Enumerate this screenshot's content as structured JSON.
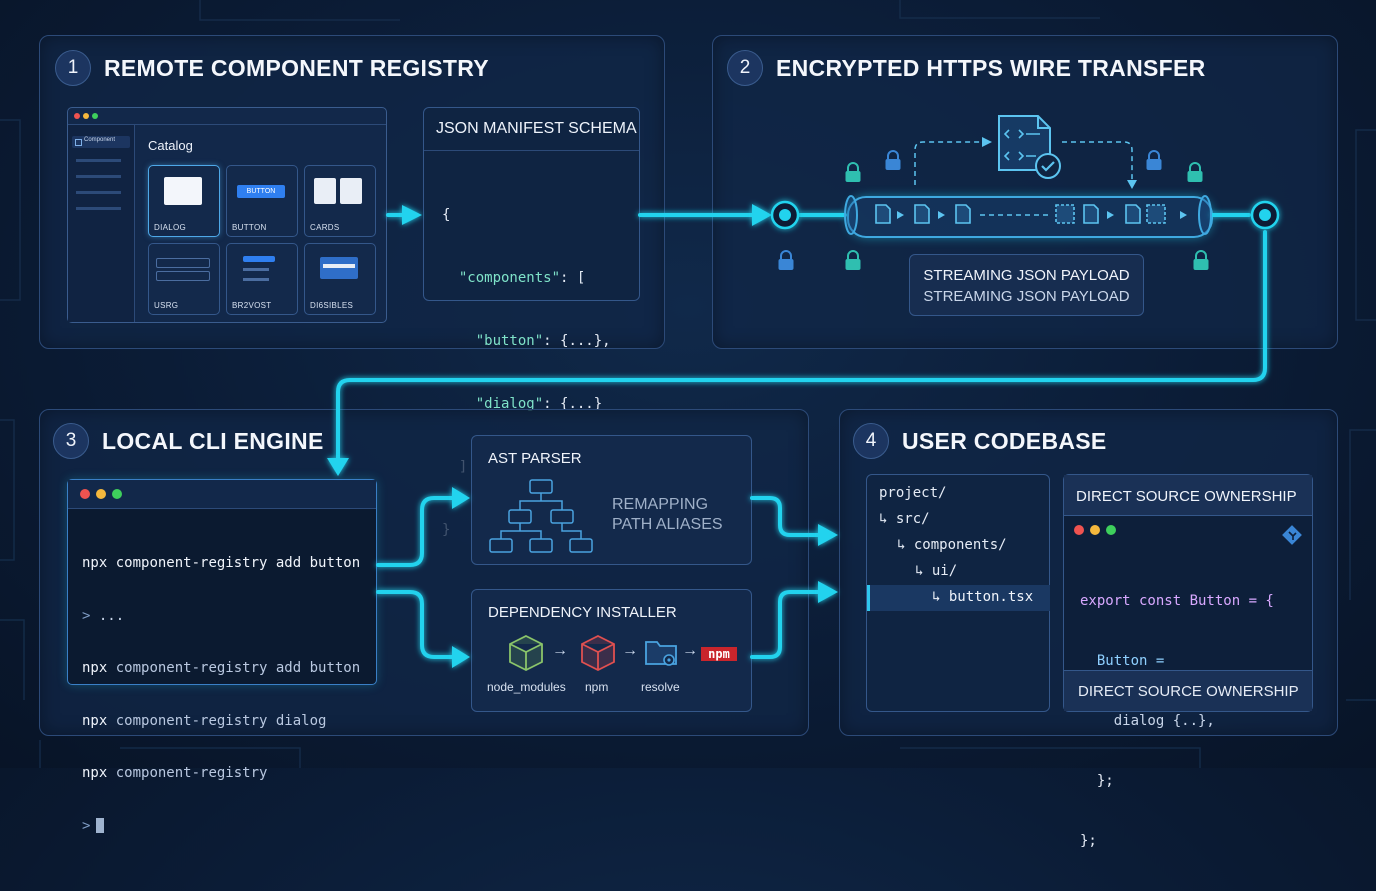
{
  "panels": {
    "registry": {
      "num": "1",
      "title": "REMOTE COMPONENT REGISTRY"
    },
    "transfer": {
      "num": "2",
      "title": "ENCRYPTED HTTPS WIRE TRANSFER"
    },
    "cli": {
      "num": "3",
      "title": "LOCAL CLI ENGINE"
    },
    "codebase": {
      "num": "4",
      "title": "USER CODEBASE"
    }
  },
  "catalog": {
    "title": "Catalog",
    "sidebar_label": "Component",
    "tiles": [
      {
        "label": "DIALOG"
      },
      {
        "label": "BUTTON",
        "button_text": "BUTTON"
      },
      {
        "label": "CARDS"
      },
      {
        "label": "USRG"
      },
      {
        "label": "BR2VOST"
      },
      {
        "label": "DI6SIBLES"
      }
    ]
  },
  "manifest": {
    "title": "JSON MANIFEST SCHEMA",
    "lines": [
      "{",
      "  \"components\": [",
      "    \"button\": {...},",
      "    \"dialog\": {...}",
      "  ]",
      "}"
    ]
  },
  "payload": {
    "line1": "STREAMING JSON PAYLOAD",
    "line2": "STREAMING JSON PAYLOAD"
  },
  "terminal": {
    "lines": [
      {
        "cmd": "npx",
        "rest": " component-registry add button"
      },
      {
        "cmd": ">",
        "rest": " ..."
      },
      {
        "cmd": "npx",
        "rest": " component-registry add button"
      },
      {
        "cmd": "npx",
        "rest": " component-registry dialog"
      },
      {
        "cmd": "npx",
        "rest": " component-registry"
      },
      {
        "cmd": ">",
        "rest": ""
      }
    ]
  },
  "ast": {
    "title": "AST PARSER",
    "desc1": "REMAPPING",
    "desc2": "PATH ALIASES"
  },
  "deps": {
    "title": "DEPENDENCY INSTALLER",
    "items": [
      "node_modules",
      "npm",
      "resolve"
    ],
    "npm_logo": "npm"
  },
  "tree": {
    "lines": [
      "project/",
      "↳ src/",
      "↳ components/",
      "↳ ui/",
      "↳ button.tsx"
    ]
  },
  "ownership": {
    "title": "DIRECT SOURCE OWNERSHIP",
    "footer": "DIRECT SOURCE OWNERSHIP",
    "code": [
      "export const Button = {",
      "  Button =",
      "    dialog {..},",
      "  };",
      "};"
    ]
  },
  "colors": {
    "accent": "#22d3ee",
    "panel_border": "#2c4a78",
    "mac_red": "#ef5350",
    "mac_yellow": "#f5b83d",
    "mac_green": "#3ecf5c"
  }
}
